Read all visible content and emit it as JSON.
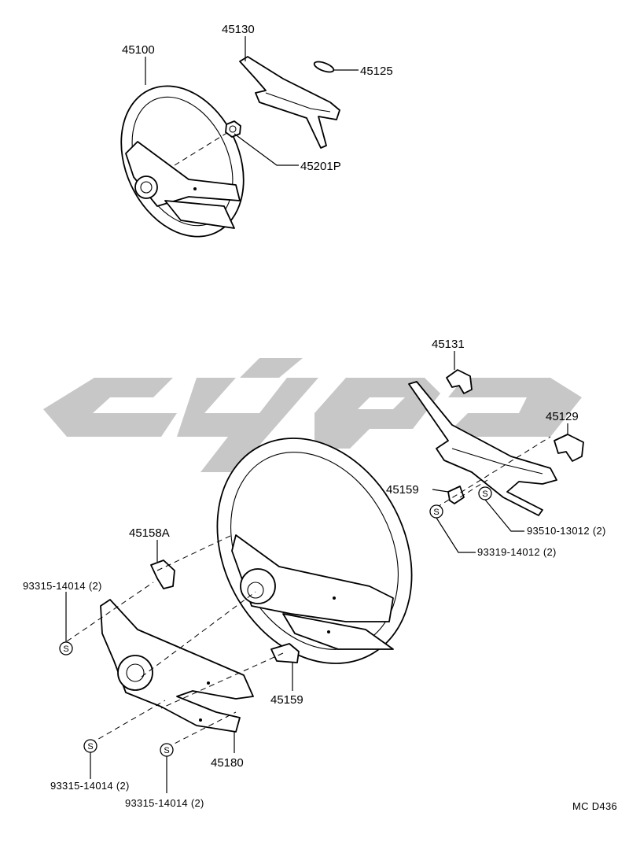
{
  "labels": {
    "wheel_top": "45100",
    "pad_top": "45130",
    "emblem": "45125",
    "nut": "45201P",
    "pad_bottom": "45131",
    "bracket_right": "45129",
    "clip_right": "45159",
    "screw_right_1": "93510-13012 (2)",
    "screw_right_2": "93319-14012 (2)",
    "bracket_left": "45158A",
    "screw_left_1": "93315-14014 (2)",
    "clip_bottom": "45159",
    "cover_bottom": "45180",
    "screw_bottom_1": "93315-14014 (2)",
    "screw_bottom_2": "93315-14014 (2)",
    "code": "MC D436"
  },
  "screw_symbol": "S"
}
